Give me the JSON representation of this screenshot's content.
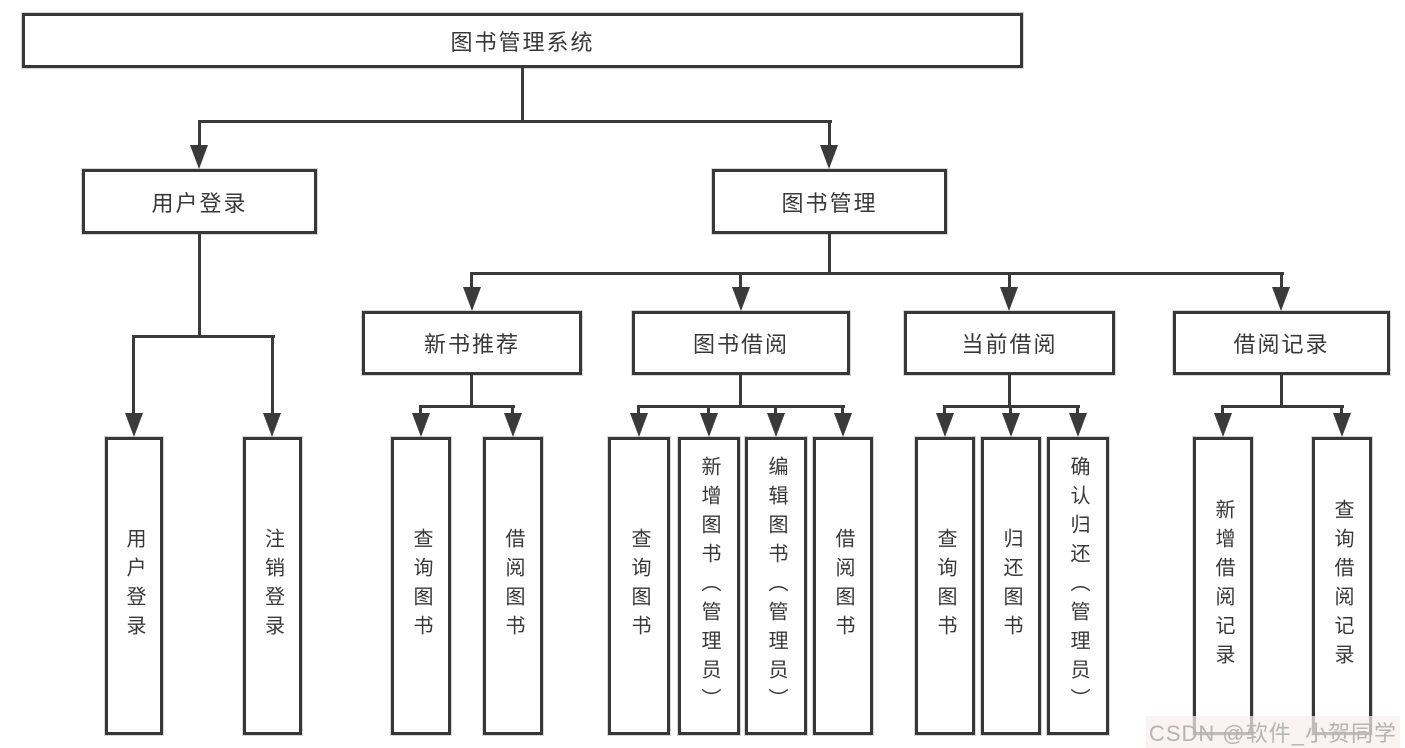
{
  "diagram": {
    "nodes": {
      "root": "图书管理系统",
      "user_login": "用户登录",
      "book_manage": "图书管理",
      "new_book": "新书推荐",
      "book_borrow": "图书借阅",
      "current_borrow": "当前借阅",
      "borrow_record": "借阅记录"
    },
    "leaves": {
      "login": [
        "用户登录",
        "注销登录"
      ],
      "recommend": [
        "查询图书",
        "借阅图书"
      ],
      "borrow": [
        "查询图书",
        "新增图书（管理员）",
        "编辑图书（管理员）",
        "借阅图书"
      ],
      "current": [
        "查询图书",
        "归还图书",
        "确认归还（管理员）"
      ],
      "records": [
        "新增借阅记录",
        "查询借阅记录"
      ]
    },
    "watermark": "CSDN @软件_小贺同学",
    "colors": {
      "line": "#3a3a3a",
      "text": "#383838",
      "background": "#ffffff",
      "watermark_text": "#b4b4b4",
      "watermark_bg": "#f9eeee"
    }
  }
}
